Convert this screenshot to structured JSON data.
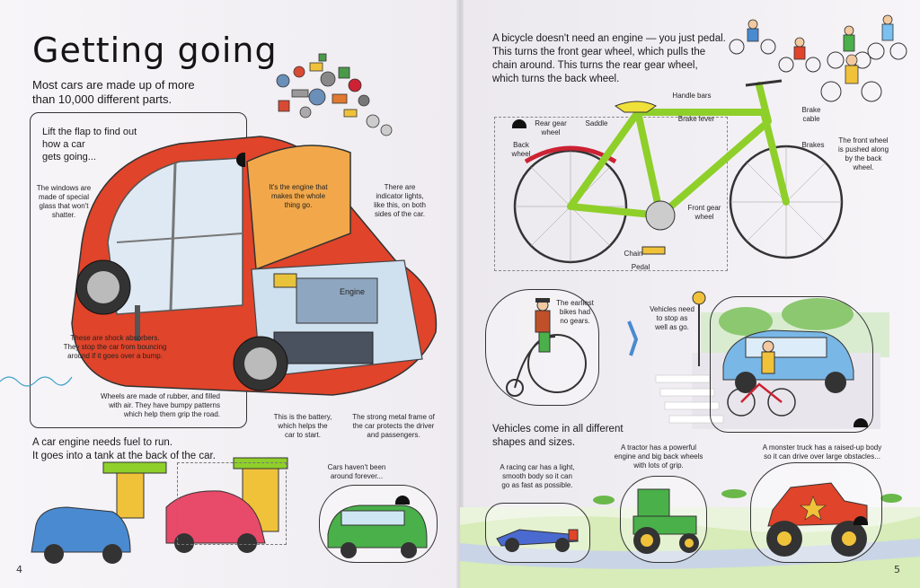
{
  "left_page": {
    "title": "Getting going",
    "intro": [
      "Most cars are made up of more",
      "than 10,000 different parts."
    ],
    "flap_hint": [
      "Lift the flap to find out",
      "how a car",
      "gets going..."
    ],
    "captions": {
      "windows": [
        "The windows are",
        "made of special",
        "glass that won't",
        "shatter."
      ],
      "engine_lift": [
        "It's the engine that",
        "makes the whole",
        "thing go."
      ],
      "indicators": [
        "There are",
        "indicator lights,",
        "like this, on both",
        "sides of the car."
      ],
      "engine_label": "Engine",
      "shocks": [
        "These are shock absorbers.",
        "They stop the car from bouncing",
        "around if it goes over a bump."
      ],
      "wheels": [
        "Wheels are made of rubber, and filled",
        "with air. They have bumpy patterns",
        "which help them grip the road."
      ],
      "battery": [
        "This is the battery,",
        "which helps the",
        "car to start."
      ],
      "frame": [
        "The strong metal frame of",
        "the car protects the driver",
        "and passengers."
      ],
      "fuel": [
        "A car engine needs fuel to run.",
        "It goes into a tank at the back of the car."
      ],
      "forever": [
        "Cars haven't been",
        "around forever..."
      ]
    },
    "page_number": "4"
  },
  "right_page": {
    "bicycle_intro": [
      "A bicycle doesn't need an engine — you just pedal.",
      "This turns the front gear wheel, which pulls the",
      "chain around. This turns the rear gear wheel,",
      "which turns the back wheel."
    ],
    "bike_labels": {
      "handle_bars": "Handle bars",
      "brake_lever": "Brake lever",
      "brake_cable": [
        "Brake",
        "cable"
      ],
      "brakes": "Brakes",
      "front_wheel": [
        "The front wheel",
        "is pushed along",
        "by the back",
        "wheel."
      ],
      "rear_gear": [
        "Rear gear",
        "wheel"
      ],
      "saddle": "Saddle",
      "back_wheel": [
        "Back",
        "wheel"
      ],
      "front_gear": [
        "Front gear",
        "wheel"
      ],
      "chain": "Chain",
      "pedal": "Pedal"
    },
    "earliest": [
      "The earliest",
      "bikes had",
      "no gears."
    ],
    "stop": [
      "Vehicles need",
      "to stop as",
      "well as go."
    ],
    "shapes": [
      "Vehicles come in all different",
      "shapes and sizes."
    ],
    "racing": [
      "A racing car has a light,",
      "smooth body so it can",
      "go as fast as possible."
    ],
    "tractor": [
      "A tractor has a powerful",
      "engine and big back wheels",
      "with lots of grip."
    ],
    "monster": [
      "A monster truck has a raised-up body",
      "so it can drive over large obstacles..."
    ],
    "page_number": "5"
  },
  "colors": {
    "car_red": "#e0442a",
    "bike_green": "#8fcf2a",
    "sky_blue": "#79b7e6",
    "grass": "#bfe38a"
  }
}
